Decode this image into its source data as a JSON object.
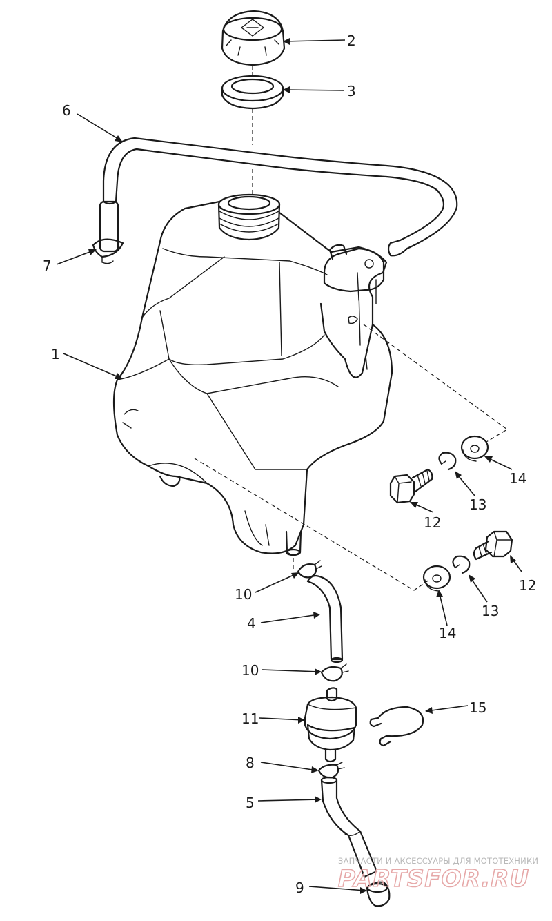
{
  "callouts": [
    {
      "id": "c1",
      "text": "1"
    },
    {
      "id": "c2",
      "text": "2"
    },
    {
      "id": "c3",
      "text": "3"
    },
    {
      "id": "c4",
      "text": "4"
    },
    {
      "id": "c5",
      "text": "5"
    },
    {
      "id": "c6",
      "text": "6"
    },
    {
      "id": "c7",
      "text": "7"
    },
    {
      "id": "c8",
      "text": "8"
    },
    {
      "id": "c9",
      "text": "9"
    },
    {
      "id": "c10a",
      "text": "10"
    },
    {
      "id": "c10b",
      "text": "10"
    },
    {
      "id": "c11",
      "text": "11"
    },
    {
      "id": "c12a",
      "text": "12"
    },
    {
      "id": "c12b",
      "text": "12"
    },
    {
      "id": "c13a",
      "text": "13"
    },
    {
      "id": "c13b",
      "text": "13"
    },
    {
      "id": "c14a",
      "text": "14"
    },
    {
      "id": "c14b",
      "text": "14"
    },
    {
      "id": "c15",
      "text": "15"
    }
  ],
  "watermark": {
    "tagline": "ЗАПЧАСТИ И АКСЕССУАРЫ ДЛЯ МОТОТЕХНИКИ",
    "logo_text": "PARTSFOR.RU"
  },
  "colors": {
    "line": "#1a1a1a",
    "background": "#ffffff",
    "watermark_logo": "#e6a8a8",
    "watermark_text": "#b9b9b9"
  }
}
